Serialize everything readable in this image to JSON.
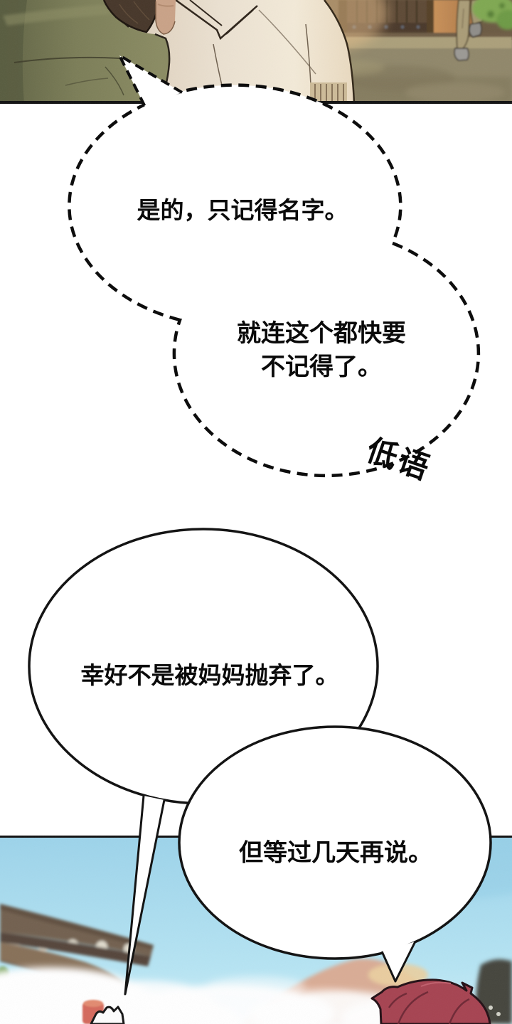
{
  "comic": {
    "thought_bubble": {
      "line1": "是的，只记得名字。",
      "line2": "就连这个都快要",
      "line3": "不记得了。"
    },
    "sfx": {
      "whisper": "低语"
    },
    "speech_bubble_1": {
      "text": "幸好不是被妈妈抛弃了。"
    },
    "speech_bubble_2": {
      "text": "但等过几天再说。"
    }
  },
  "colors": {
    "page_background": "#ffffff",
    "panel_border": "#101010",
    "bubble_fill": "#ffffff",
    "bubble_stroke": "#141414",
    "text_color": "#0a0a0a",
    "green_jacket": "#7b7d57",
    "sweater_beige": "#eae0d0",
    "hair_brown": "#463629",
    "skin": "#c9a287",
    "gate_brown": "#5d4a36",
    "lit_wall_orange": "#c08a52",
    "ground_olive": "#90876a",
    "sky_blue": "#a9dcef",
    "roof_brown": "#72604f",
    "red_pillar": "#d4695b",
    "red_hair": "#a64351",
    "mountain_pink": "#d9ac95"
  }
}
